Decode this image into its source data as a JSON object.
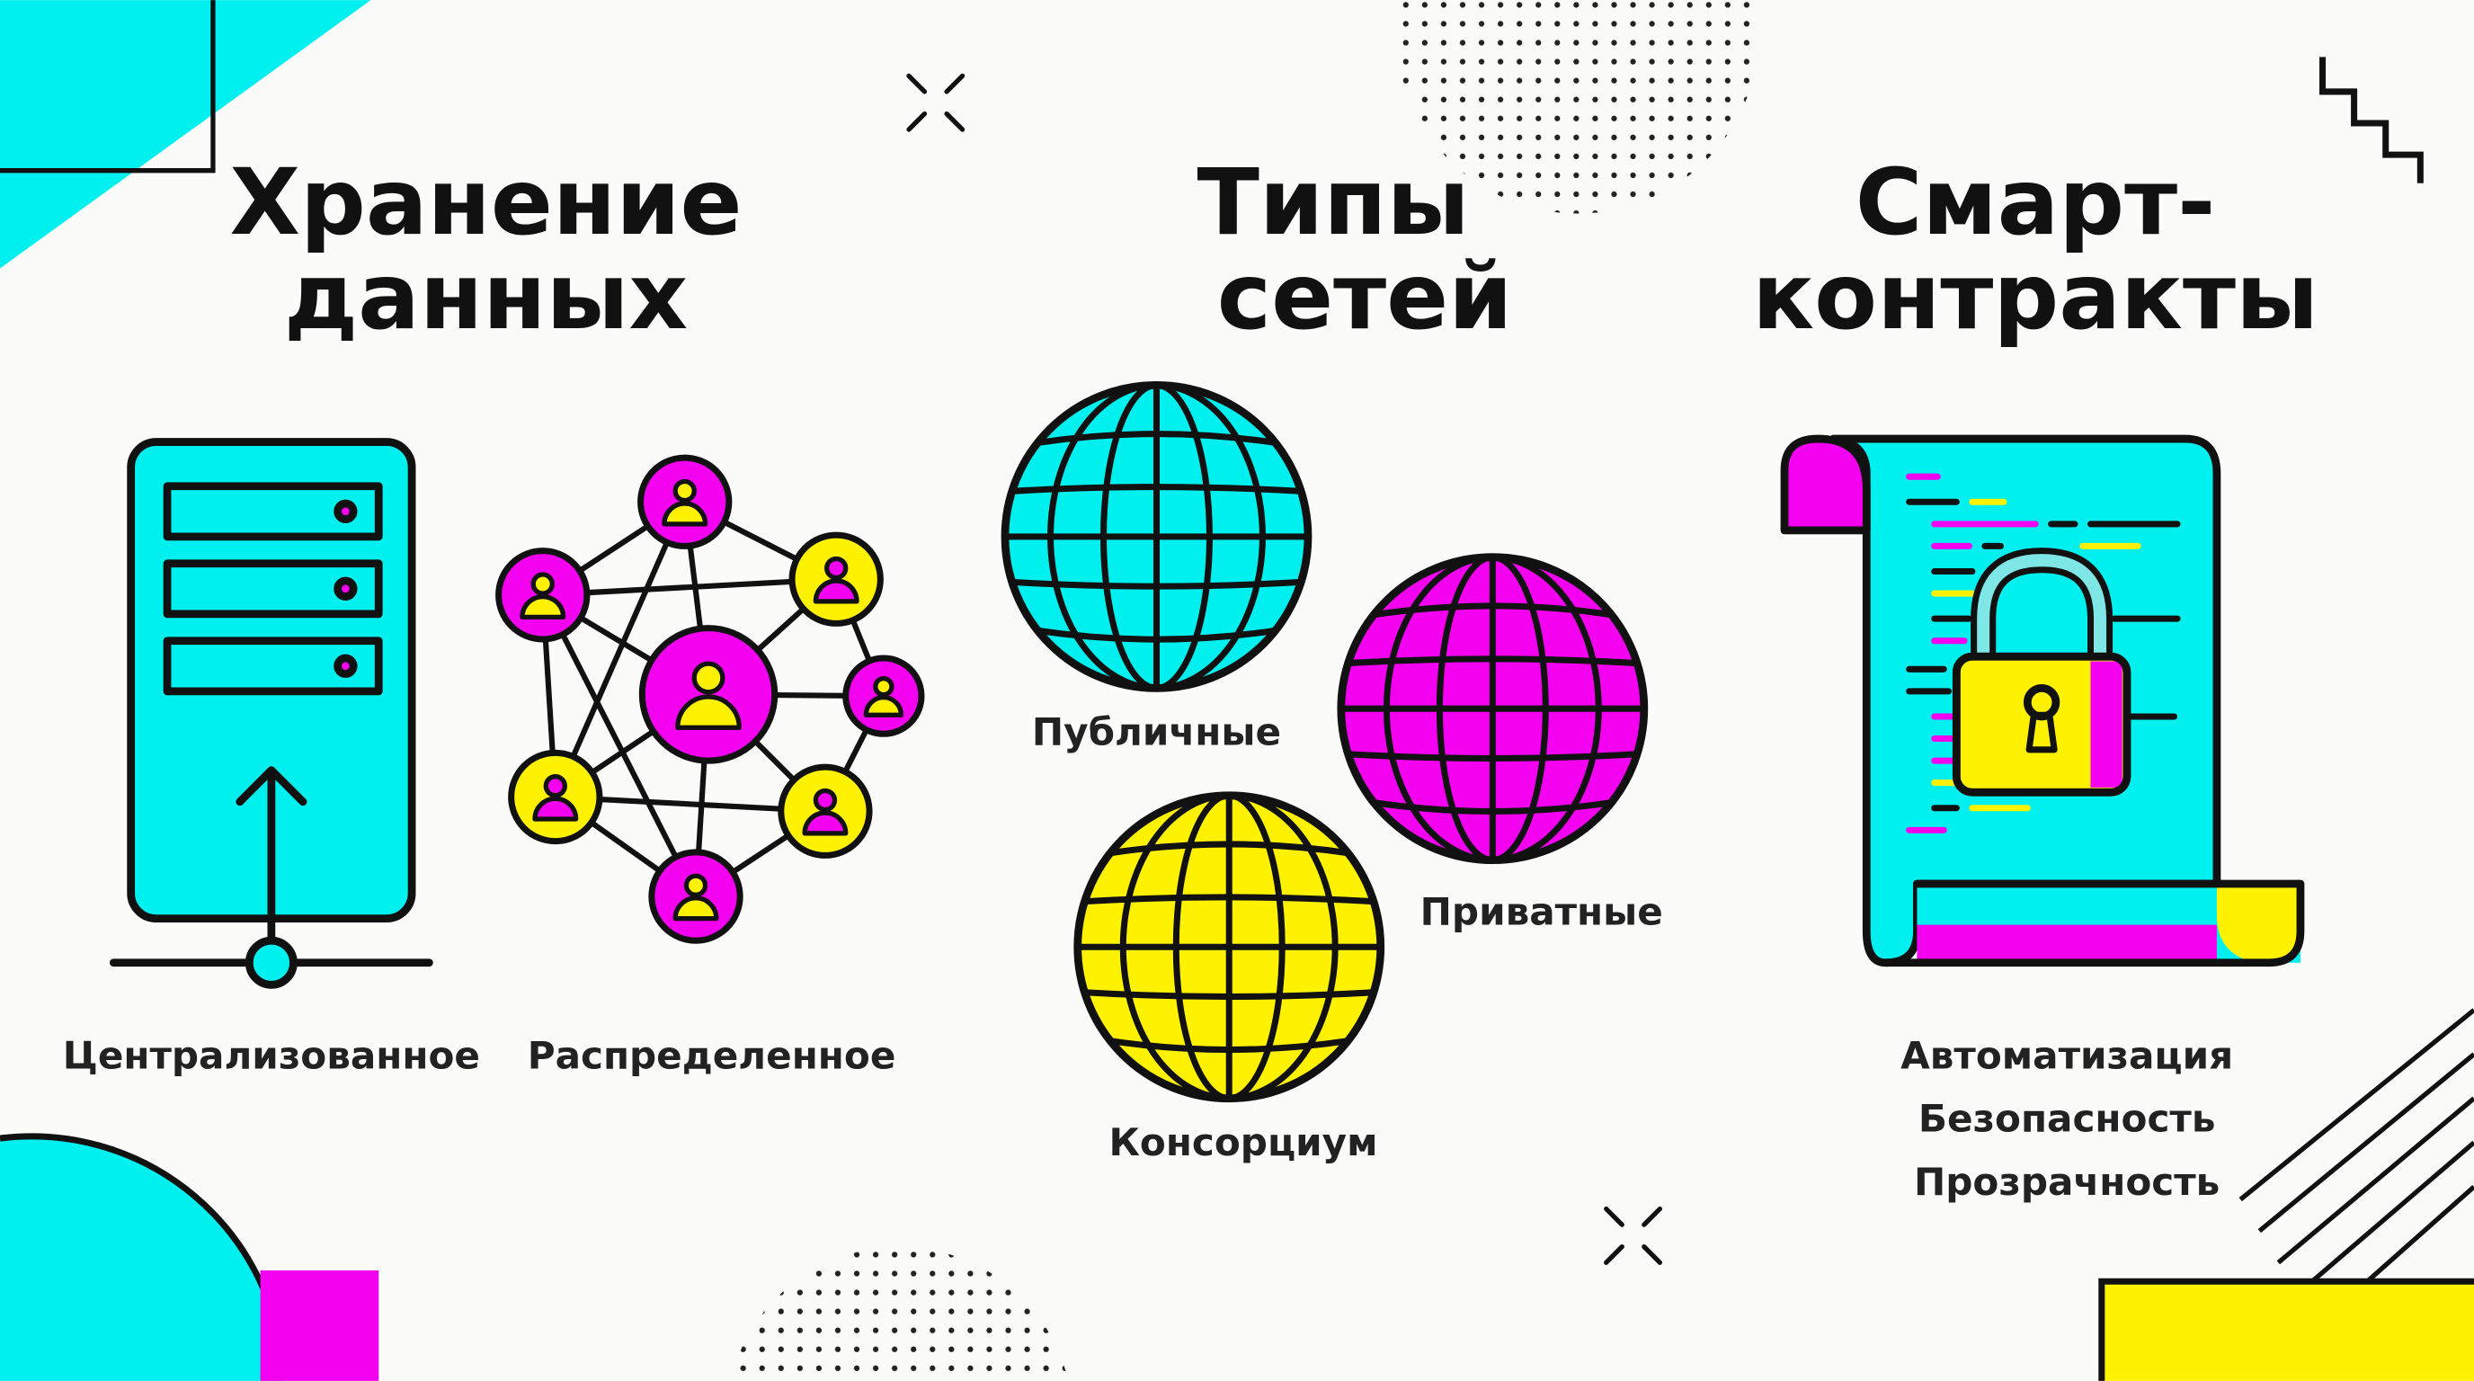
{
  "sections": [
    {
      "title_lines": [
        "Хранение",
        "данных"
      ],
      "labels": [
        "Централизованное",
        "Распределенное"
      ]
    },
    {
      "title_lines": [
        "Типы",
        "сетей"
      ],
      "labels": [
        "Публичные",
        "Приватные",
        "Консорциум"
      ]
    },
    {
      "title_lines": [
        "Смарт-",
        "контракты"
      ],
      "labels": [
        "Автоматизация",
        "Безопасность",
        "Прозрачность"
      ]
    }
  ],
  "colors": {
    "cyan": "#00f0f0",
    "magenta": "#f400f0",
    "yellow": "#fff200",
    "ink": "#111111",
    "background": "#fbfbfa"
  },
  "icons": [
    "server-icon",
    "network-icon",
    "globe-icon",
    "smart-contract-scroll-icon",
    "padlock-icon"
  ]
}
